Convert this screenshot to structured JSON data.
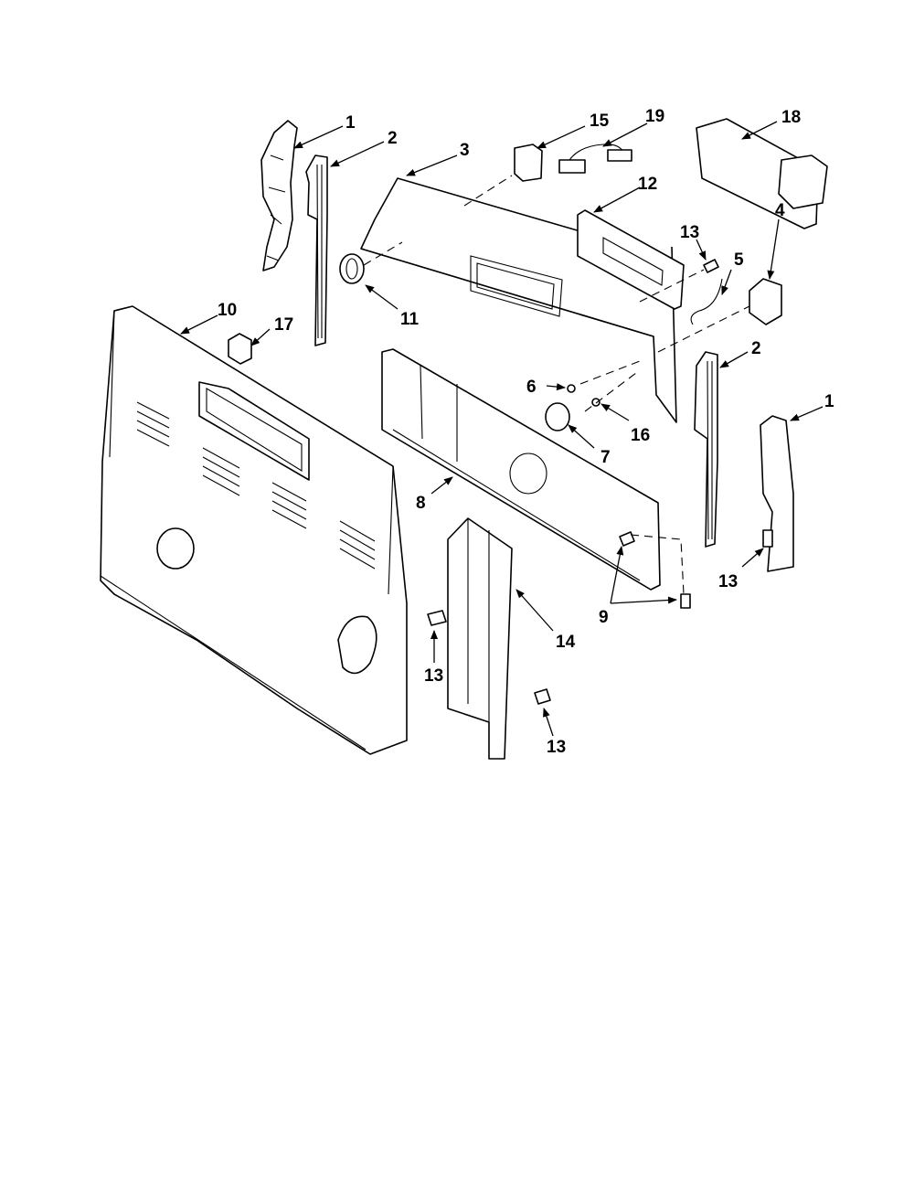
{
  "diagram": {
    "callouts": {
      "c1a": "1",
      "c2a": "2",
      "c3": "3",
      "c15": "15",
      "c19": "19",
      "c18": "18",
      "c12": "12",
      "c13a": "13",
      "c5": "5",
      "c4": "4",
      "c10": "10",
      "c17": "17",
      "c11": "11",
      "c2b": "2",
      "c1b": "1",
      "c6": "6",
      "c16": "16",
      "c7": "7",
      "c8": "8",
      "c9": "9",
      "c13b": "13",
      "c14": "14",
      "c13c": "13",
      "c13d": "13"
    }
  }
}
